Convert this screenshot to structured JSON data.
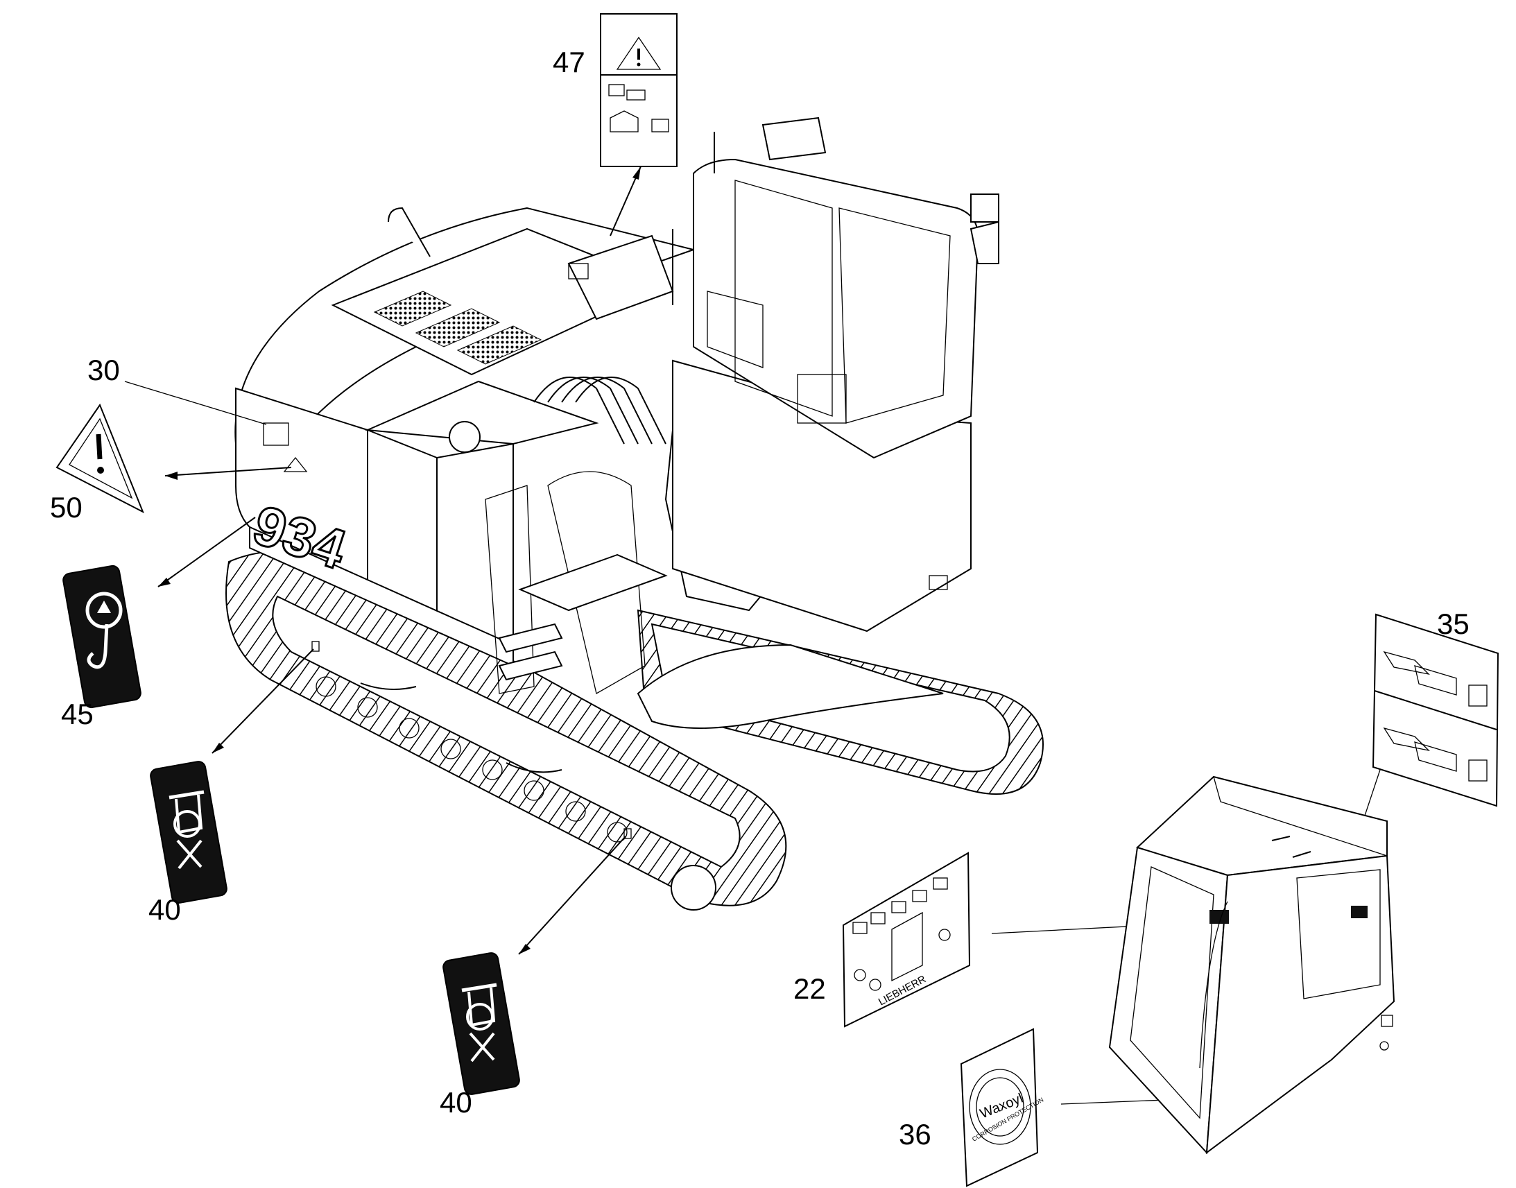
{
  "callouts": {
    "c47": "47",
    "c30": "30",
    "c50": "50",
    "c45": "45",
    "c40a": "40",
    "c40b": "40",
    "c35": "35",
    "c22": "22",
    "c36": "36"
  },
  "machine": {
    "model_number": "934"
  },
  "decals": {
    "d22_brand": "LIEBHERR",
    "d36_center": "Waxoyl",
    "d36_ring": "CORROSION PROTECTION"
  },
  "icons": {
    "warning": "warning-triangle-icon",
    "lifting_hook": "lifting-hook-icon",
    "lashing_point": "lashing-point-icon"
  }
}
